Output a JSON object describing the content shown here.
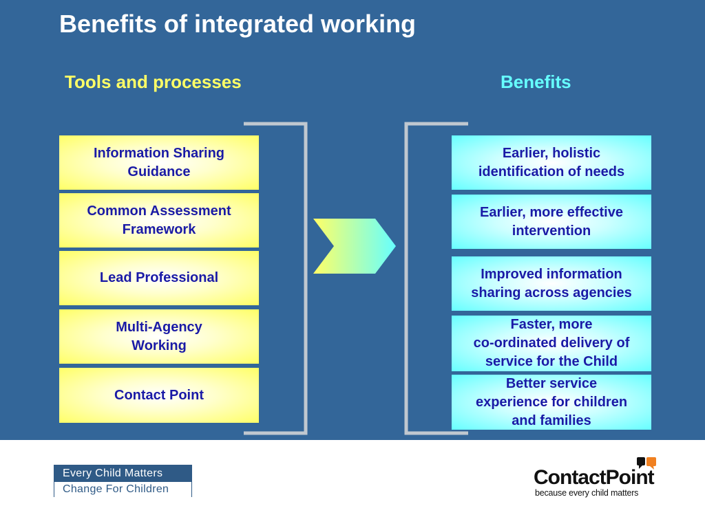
{
  "slide": {
    "title": "Benefits of integrated working",
    "left_heading": "Tools and processes",
    "right_heading": "Benefits",
    "tools": [
      "Information Sharing\nGuidance",
      "Common Assessment\nFramework",
      "Lead Professional",
      "Multi-Agency\nWorking",
      "Contact Point"
    ],
    "benefits": [
      "Earlier, holistic\nidentification of needs",
      "Earlier, more effective\nintervention",
      "Improved information\nsharing across agencies",
      "Faster, more\nco-ordinated delivery of\nservice for the Child",
      "Better service\nexperience for children\nand families"
    ]
  },
  "footer": {
    "ecm_line1": "Every Child Matters",
    "ecm_line2": "Change For Children",
    "cp_name": "ContactPoint",
    "cp_tagline": "because every child matters"
  },
  "colors": {
    "background": "#336699",
    "tools_heading": "#ffff66",
    "benefits_heading": "#66ffff",
    "box_text": "#1a1aa6",
    "bracket": "#c0c8d0",
    "ecm_blue": "#2f5a86",
    "cp_orange": "#f08020"
  },
  "icons": {
    "arrow": "chevron-right-icon",
    "brand_mark": "speech-bubbles-icon"
  }
}
